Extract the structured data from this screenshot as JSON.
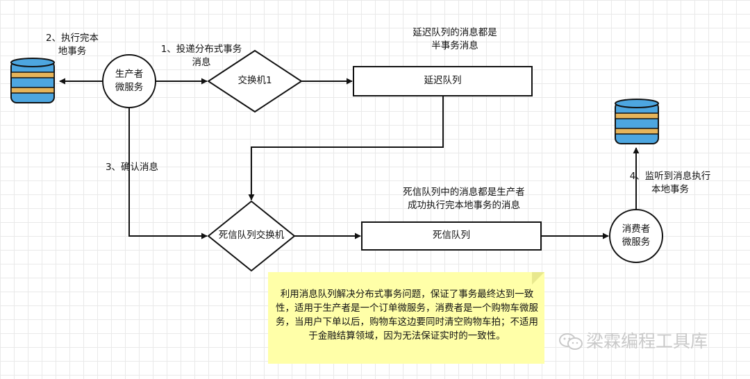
{
  "nodes": {
    "producer": "生产者\n微服务",
    "exchange1": "交换机1",
    "delay_queue": "延迟队列",
    "dlx": "死信队列交换机",
    "dead_queue": "死信队列",
    "consumer": "消费者\n微服务"
  },
  "labels": {
    "step1": "1、投递分布式事务\n消息",
    "step2": "2、执行完本\n地事务",
    "step3": "3、确认消息",
    "step4": "4、监听到消息执行\n本地事务",
    "delay_note": "延迟队列的消息都是\n半事务消息",
    "dead_note": "死信队列中的消息都是生产者\n成功执行完本地事务的消息"
  },
  "sticky_note": "利用消息队列解决分布式事务问题，保证了事务最终达到一致性，适用于生产者是一个订单微服务，消费者是一个购物车微服务，当用户下单以后，购物车这边要同时清空购物车拍；不适用于金融结算领域，因为无法保证实时的一致性。",
  "watermark": "梁霖编程工具库",
  "colors": {
    "stroke": "#111111",
    "db_blue": "#4da6e0",
    "db_gold": "#e6b45a",
    "note_bg": "#ffffa8"
  }
}
